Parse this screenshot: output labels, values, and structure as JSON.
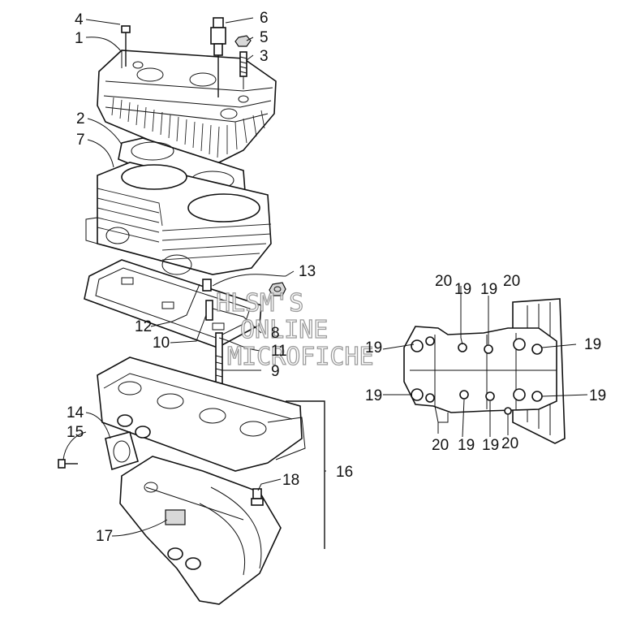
{
  "watermark": {
    "line1": "HLSM'S",
    "line2": "ONLINE",
    "line3": "MICROFICHE"
  },
  "callouts": [
    {
      "id": "c4",
      "text": "4"
    },
    {
      "id": "c1",
      "text": "1"
    },
    {
      "id": "c6",
      "text": "6"
    },
    {
      "id": "c5",
      "text": "5"
    },
    {
      "id": "c3",
      "text": "3"
    },
    {
      "id": "c2",
      "text": "2"
    },
    {
      "id": "c7",
      "text": "7"
    },
    {
      "id": "c13",
      "text": "13"
    },
    {
      "id": "c12",
      "text": "12"
    },
    {
      "id": "c8",
      "text": "8"
    },
    {
      "id": "c10",
      "text": "10"
    },
    {
      "id": "c11",
      "text": "11"
    },
    {
      "id": "c9",
      "text": "9"
    },
    {
      "id": "c14",
      "text": "14"
    },
    {
      "id": "c15",
      "text": "15"
    },
    {
      "id": "c16",
      "text": "16"
    },
    {
      "id": "c18",
      "text": "18"
    },
    {
      "id": "c17",
      "text": "17"
    },
    {
      "id": "r20a",
      "text": "20"
    },
    {
      "id": "r19a",
      "text": "19"
    },
    {
      "id": "r19b",
      "text": "19"
    },
    {
      "id": "r20b",
      "text": "20"
    },
    {
      "id": "r19c",
      "text": "19"
    },
    {
      "id": "r19d",
      "text": "19"
    },
    {
      "id": "r19e",
      "text": "19"
    },
    {
      "id": "r19f",
      "text": "19"
    },
    {
      "id": "r20c",
      "text": "20"
    },
    {
      "id": "r19g",
      "text": "19"
    },
    {
      "id": "r19h",
      "text": "19"
    },
    {
      "id": "r20d",
      "text": "20"
    }
  ]
}
